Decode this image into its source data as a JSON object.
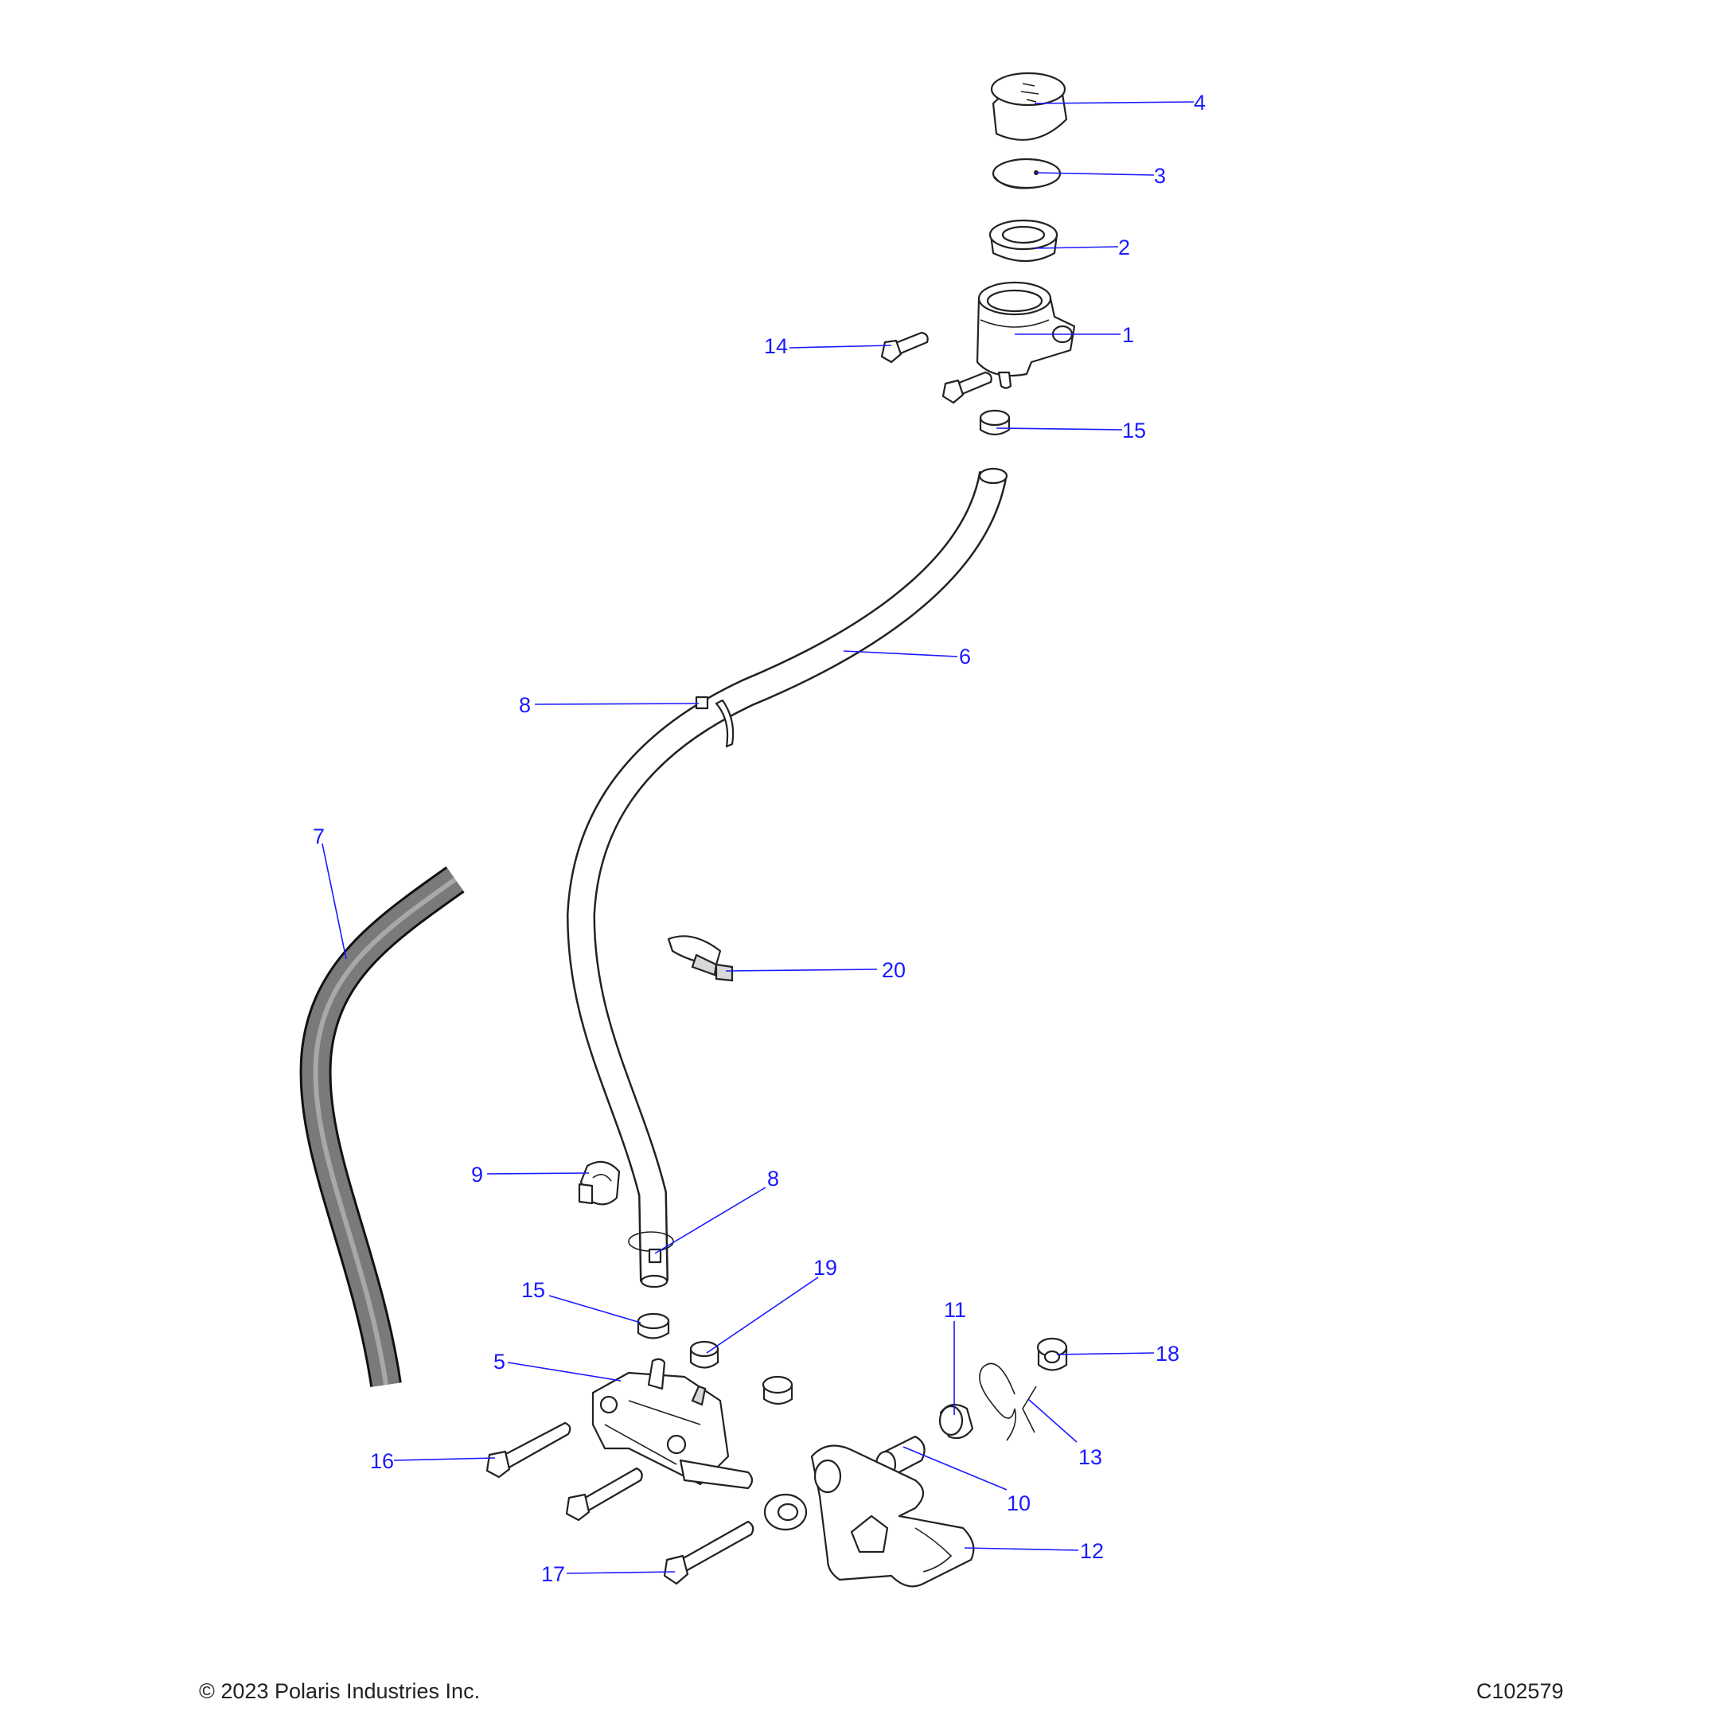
{
  "callouts": {
    "c1": "1",
    "c2": "2",
    "c3": "3",
    "c4": "4",
    "c5": "5",
    "c6": "6",
    "c7": "7",
    "c8a": "8",
    "c8b": "8",
    "c9": "9",
    "c10": "10",
    "c11": "11",
    "c12": "12",
    "c13": "13",
    "c14": "14",
    "c15a": "15",
    "c15b": "15",
    "c16": "16",
    "c17": "17",
    "c18": "18",
    "c19": "19",
    "c20": "20"
  },
  "footer": {
    "copyright": "© 2023 Polaris Industries Inc.",
    "figure_id": "C102579"
  }
}
